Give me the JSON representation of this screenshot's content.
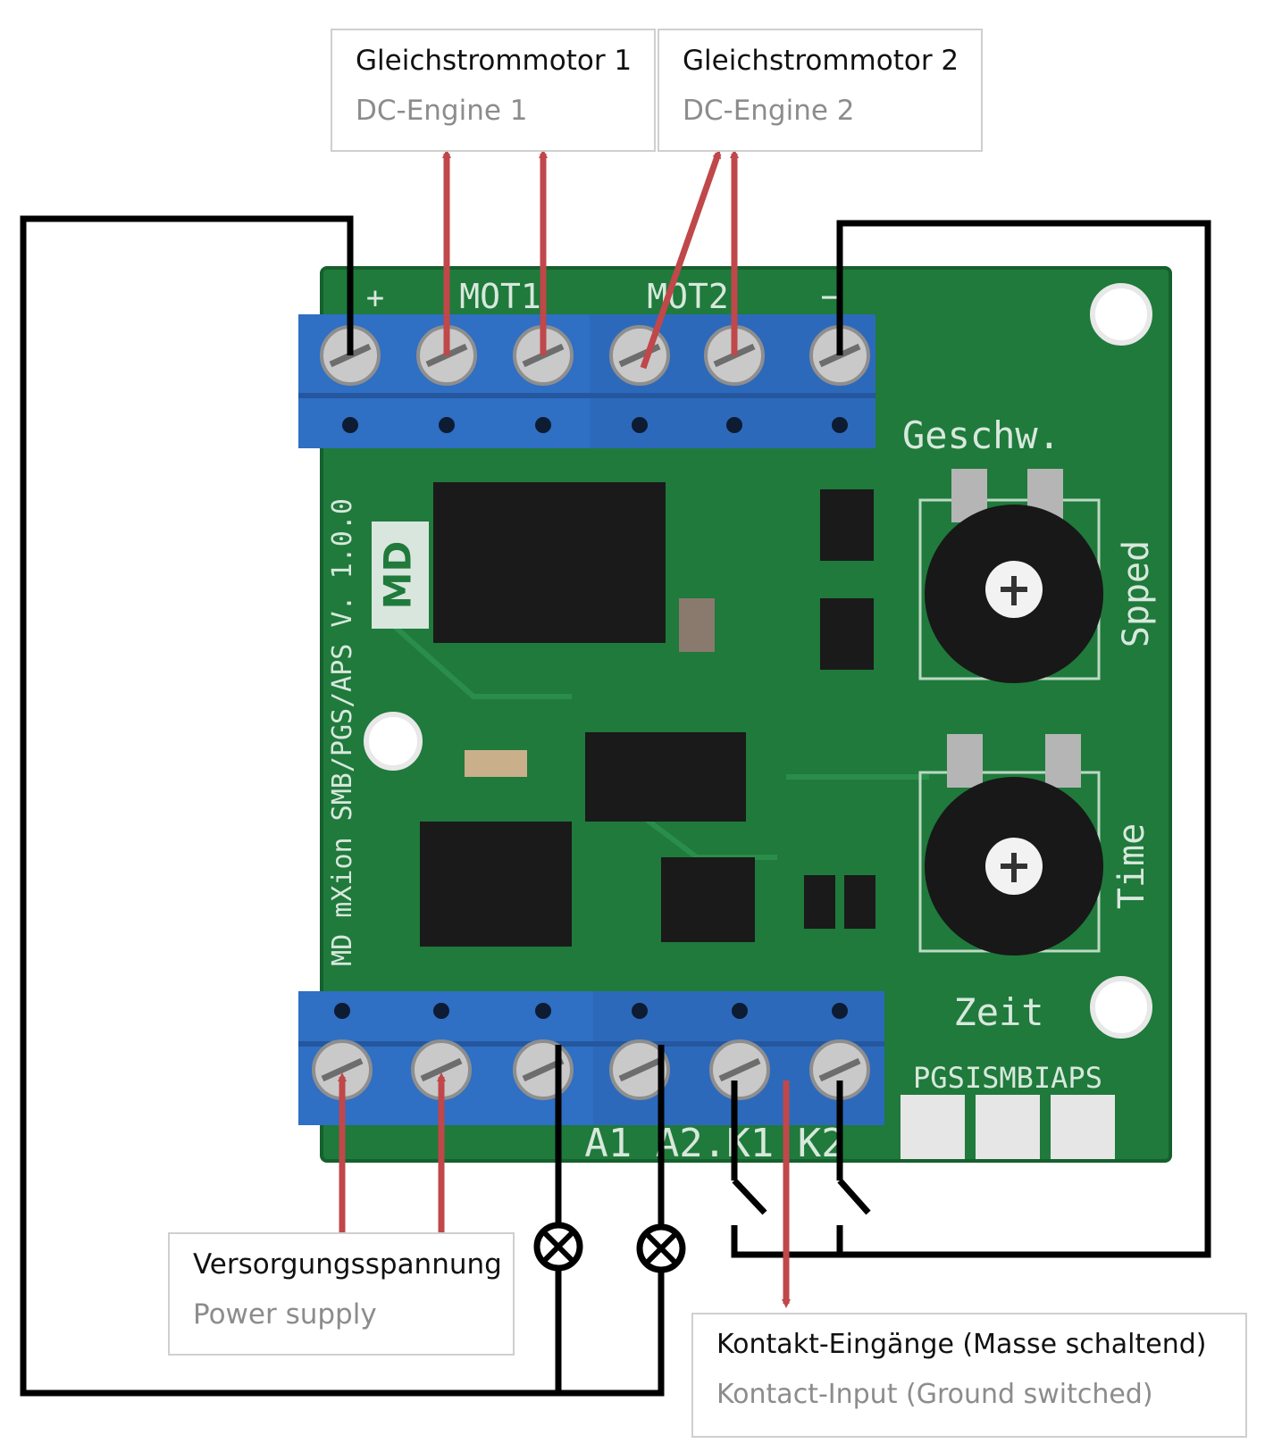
{
  "labels": {
    "motor1": {
      "de": "Gleichstrommotor 1",
      "en": "DC-Engine 1"
    },
    "motor2": {
      "de": "Gleichstrommotor 2",
      "en": "DC-Engine 2"
    },
    "power": {
      "de": "Versorgungsspannung",
      "en": "Power supply"
    },
    "contact": {
      "de": "Kontakt-Eingänge (Masse schaltend)",
      "en": "Kontact-Input (Ground switched)"
    }
  },
  "board": {
    "top_plus": "+",
    "top_mot1": "MOT1",
    "top_mot2": "MOT2",
    "top_minus": "−",
    "bottom_terminals": "A1 A2.K1 K2",
    "product": "MD mXion SMB/PGS/APS V. 1.0.0",
    "logo": "MD",
    "pot_top_de": "Geschw.",
    "pot_top_en": "Spped",
    "pot_bottom_de": "Zeit",
    "pot_bottom_en": "Time",
    "mode_pads": "PGSISMBIAPS"
  },
  "colors": {
    "pcb": "#1f7a3c",
    "terminal": "#2f6fc4",
    "arrow": "#c0474a",
    "wire": "#000000"
  }
}
